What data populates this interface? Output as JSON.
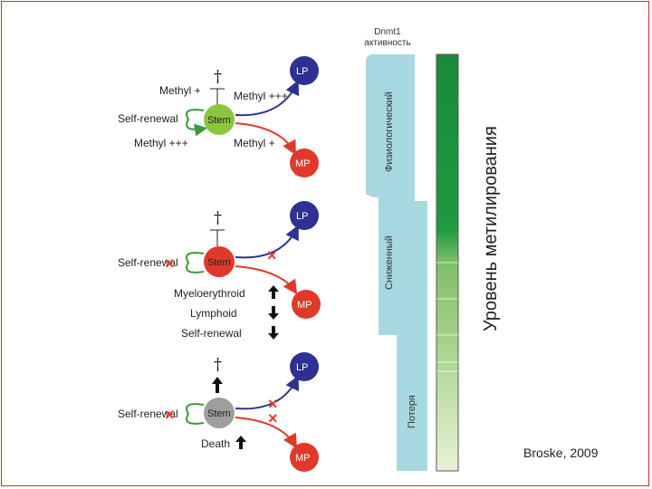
{
  "citation": "Broske, 2009",
  "dnmt_label_line1": "Dnmt1",
  "dnmt_label_line2": "активность",
  "axis_title": "Уровень метилирования",
  "bands": {
    "physiological": "Физиологический",
    "reduced": "Сниженный",
    "loss": "Потеря"
  },
  "nodes": {
    "lp": "LP",
    "mp": "MP",
    "stem": "Stem"
  },
  "panel1": {
    "methyl_plus": "Methyl +",
    "methyl_plus_lp": "Methyl +++",
    "self_renewal": "Self-renewal",
    "methyl_plusplus": "Methyl +++",
    "methyl_mp": "Methyl +"
  },
  "panel2": {
    "self_renewal": "Self-renewal",
    "myeloerythroid": "Myeloerythroid",
    "lymphoid": "Lymphoid",
    "self_renewal_change": "Self-renewal"
  },
  "panel3": {
    "self_renewal": "Self-renewal",
    "death": "Death"
  },
  "colors": {
    "lp": "#2e3192",
    "mp": "#e0392b",
    "stem_normal": "#8cc63f",
    "stem_reduced": "#e0392b",
    "stem_loss": "#9e9e9e",
    "band": "#a8d8df",
    "bar_top": "#1a8a3a",
    "bar_bottom": "#e8f2d8"
  }
}
